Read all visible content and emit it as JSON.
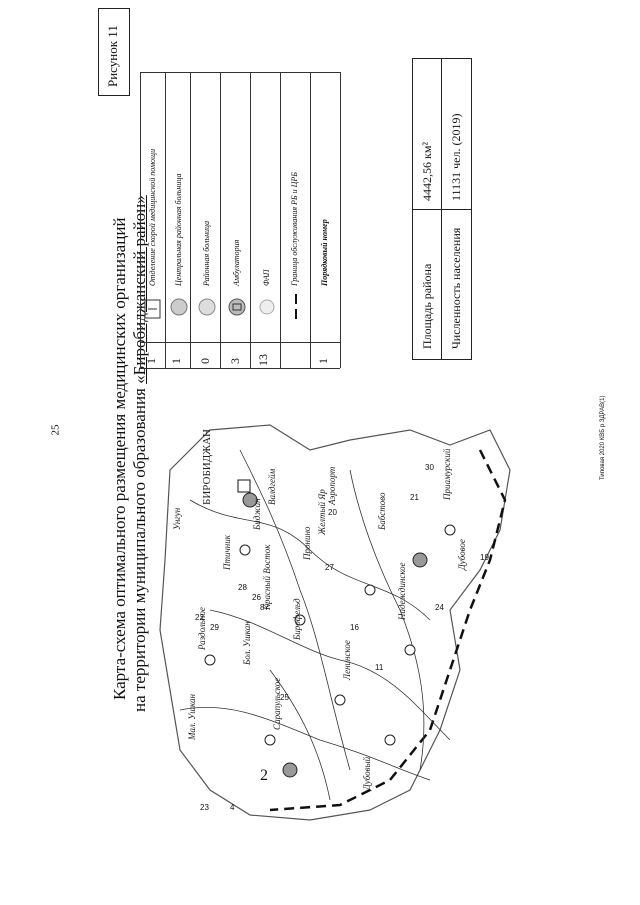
{
  "page": {
    "number": "25"
  },
  "figure_label": "Рисунок 11",
  "title": {
    "line1": "Карта-схема оптимального размещения медицинских организаций",
    "line2_prefix": "на территории муниципального образования ",
    "line2_underlined": "«Биробиджанский район»"
  },
  "legend": {
    "rows": [
      {
        "count": "1",
        "label": "Отделение скорой медицинской помощи",
        "icon": "ambulance-icon"
      },
      {
        "count": "1",
        "label": "Центральная районная больница",
        "icon": "central-hospital-icon"
      },
      {
        "count": "0",
        "label": "Районная больница",
        "icon": "district-hospital-icon"
      },
      {
        "count": "3",
        "label": "Амбулатория",
        "icon": "ambulatory-icon"
      },
      {
        "count": "13",
        "label": "ФАП",
        "icon": "fap-icon"
      },
      {
        "count": "",
        "label": "Граница обслуживания РБ и ЦРБ",
        "icon": "boundary-line-icon"
      },
      {
        "count": "1",
        "label": "Порядковый номер",
        "icon": ""
      }
    ]
  },
  "info": {
    "area_label": "Площадь района",
    "area_value": "4442,56 км²",
    "population_label": "Численность населения",
    "population_value": "11131 чел. (2019)"
  },
  "map": {
    "labels": [
      {
        "text": "БИРОБИДЖАН"
      },
      {
        "text": "Бирофельд"
      },
      {
        "text": "Птичник"
      },
      {
        "text": "Валдгейм"
      },
      {
        "text": "Раздольное"
      },
      {
        "text": "Приамурский"
      },
      {
        "text": "Дубовое"
      },
      {
        "text": "Бабстово"
      },
      {
        "text": "Желтый Яр"
      },
      {
        "text": "Надеждинское"
      },
      {
        "text": "Биджан"
      },
      {
        "text": "Пронино"
      },
      {
        "text": "Ленинское"
      },
      {
        "text": "Аэропорт"
      },
      {
        "text": "Унгун"
      },
      {
        "text": "Бол. Ушкан"
      },
      {
        "text": "Мал. Ушкан"
      },
      {
        "text": "Дубовый"
      },
      {
        "text": "Сарапульское"
      },
      {
        "text": "Красный Восток"
      }
    ],
    "numbers": [
      "22",
      "29",
      "28",
      "26",
      "87",
      "25",
      "16",
      "27",
      "20",
      "30",
      "19",
      "23",
      "2",
      "21",
      "24",
      "11",
      "4"
    ]
  },
  "footer": "Типовая 2020 КВБ р ЗДРАВ(1)"
}
